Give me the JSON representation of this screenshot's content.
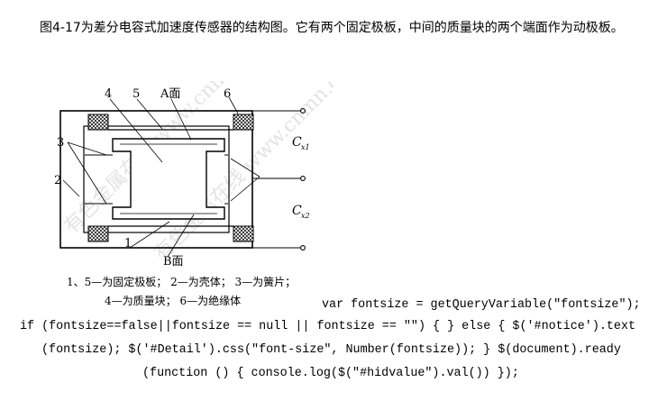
{
  "intro_text": "图4-17为差分电容式加速度传感器的结构图。它有两个固定极板，中间的质量块的两个端面作为动极板。",
  "figure": {
    "labels": {
      "n4": "4",
      "n5": "5",
      "a_face": "A面",
      "n6": "6",
      "n3": "3",
      "n2": "2",
      "n1": "1",
      "b_face": "B面",
      "cx1_main": "C",
      "cx1_sub": "x1",
      "cx2_main": "C",
      "cx2_sub": "x2"
    },
    "watermark": "有色金属在线 www.cnmn.com"
  },
  "caption": {
    "line1": "1、5—为固定极板；   2—为壳体；   3—为簧片；",
    "line2": "4—为质量块；   6—为绝缘体"
  },
  "code": {
    "line1": "var fontsize = getQueryVariable(\"fontsize\");",
    "line2": "if (fontsize==false||fontsize == null || fontsize == \"\") { } else { $('#notice').text",
    "line3": "(fontsize); $('#Detail').css(\"font-size\", Number(fontsize)); } $(document).ready",
    "line4": "(function () { console.log($(\"#hidvalue\").val()) });"
  }
}
